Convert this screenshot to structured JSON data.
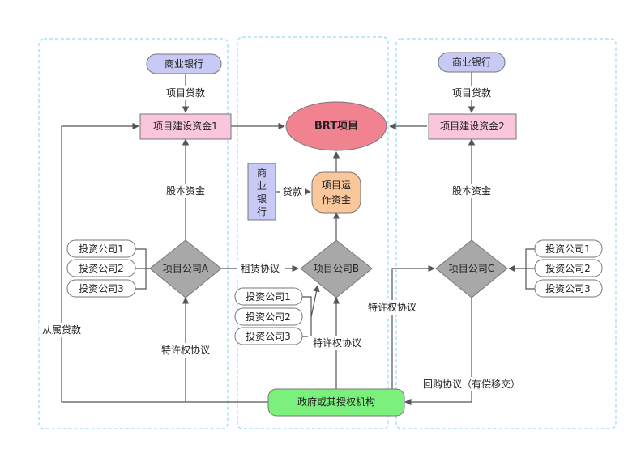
{
  "nodes": {
    "bank_left": "商业银行",
    "bank_right": "商业银行",
    "bank_mid": [
      "商",
      "业",
      "银",
      "行"
    ],
    "fund1": "项目建设资金1",
    "fund2": "项目建设资金2",
    "brt": "BRT项目",
    "op_fund": [
      "项目运",
      "作资金"
    ],
    "company_a": "项目公司A",
    "company_b": "项目公司B",
    "company_c": "项目公司C",
    "gov": "政府或其授权机构",
    "inv_left": [
      "投资公司1",
      "投资公司2",
      "投资公司3"
    ],
    "inv_mid": [
      "投资公司1",
      "投资公司2",
      "投资公司3"
    ],
    "inv_right": [
      "投资公司1",
      "投资公司2",
      "投资公司3"
    ]
  },
  "edges": {
    "loan_left": "项目贷款",
    "loan_right": "项目贷款",
    "equity_left": "股本资金",
    "equity_right": "股本资金",
    "loan_mid": "贷款",
    "lease": "租赁协议",
    "sub_loan": "从属贷款",
    "franchise_a": "特许权协议",
    "franchise_b": "特许权协议",
    "franchise_c": "特许权协议",
    "buyback": "回购协议（有偿移交）"
  },
  "colors": {
    "bank": "#c9c9f5",
    "fund": "#f9c6dc",
    "brt": "#f0838f",
    "op_fund": "#f9c79a",
    "diamond": "#a8a8a8",
    "gov": "#7cf07c",
    "dashed": "#7fd6e8",
    "line": "#555555"
  }
}
